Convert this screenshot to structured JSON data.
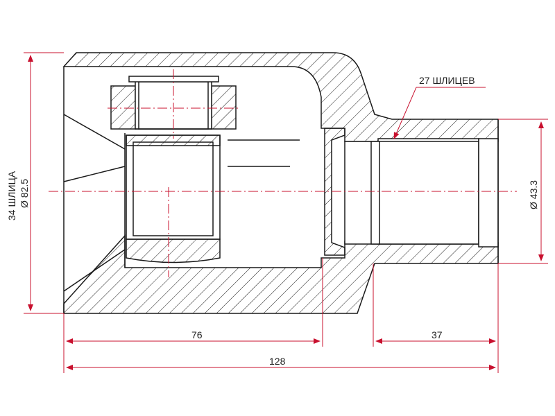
{
  "diagram": {
    "left_label_line1": "34 ШЛИЦА",
    "left_label_line2": "Ø 82.5",
    "right_label": "Ø 43.3",
    "splines_label": "27 ШЛИЦЕВ",
    "dim_76": "76",
    "dim_37": "37",
    "dim_128": "128",
    "colors": {
      "outline": "#1a1a1a",
      "dimension": "#c8102e",
      "hatch": "#1a1a1a"
    }
  }
}
